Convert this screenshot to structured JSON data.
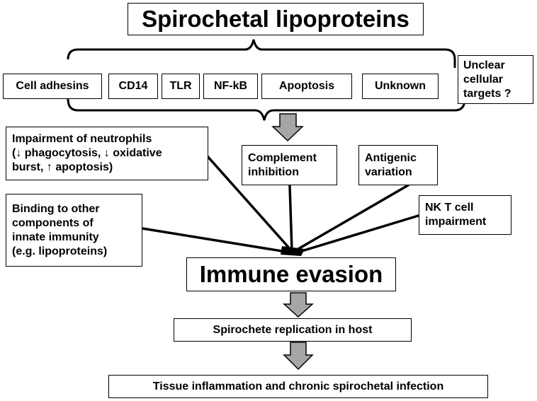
{
  "title": "Spirochetal lipoproteins",
  "targets": [
    "Cell adhesins",
    "CD14",
    "TLR",
    "NF-kB",
    "Apoptosis",
    "Unknown"
  ],
  "unclear_targets": "Unclear\ncellular\ntargets ?",
  "mechanisms": {
    "neutrophils": "Impairment of neutrophils\n(↓ phagocytosis, ↓ oxidative\nburst, ↑ apoptosis)",
    "complement": "Complement\ninhibition",
    "antigenic": "Antigenic\nvariation",
    "binding": "Binding to other\ncomponents of\ninnate immunity\n(e.g. lipoproteins)",
    "nkt": "NK T cell\nimpairment"
  },
  "central": "Immune evasion",
  "replication": "Spirochete replication in host",
  "outcome": "Tissue inflammation and chronic spirochetal infection",
  "colors": {
    "arrow_fill": "#a6a6a6",
    "line": "#000000",
    "background": "#ffffff"
  }
}
